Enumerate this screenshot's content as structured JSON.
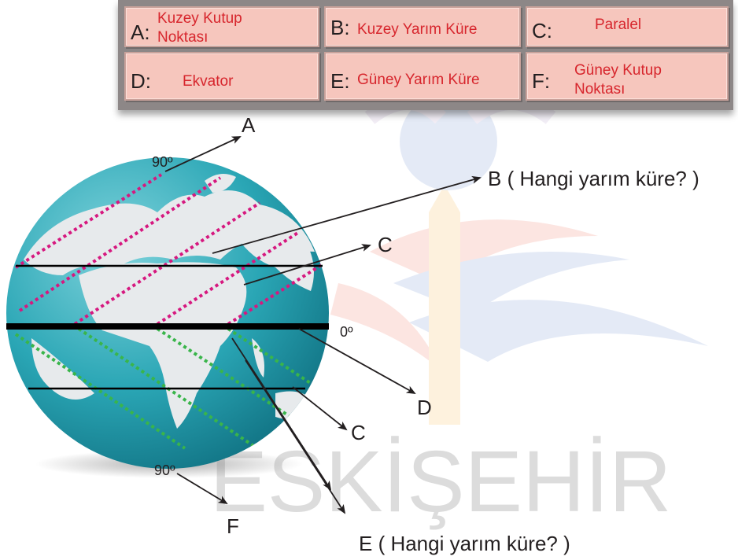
{
  "answer_table": {
    "cells": [
      {
        "letter": "A:",
        "answer": "Kuzey Kutup Noktası"
      },
      {
        "letter": "B:",
        "answer": "Kuzey Yarım Küre"
      },
      {
        "letter": "C:",
        "answer": "Paralel"
      },
      {
        "letter": "D:",
        "answer": "Ekvator"
      },
      {
        "letter": "E:",
        "answer": "Güney Yarım Küre"
      },
      {
        "letter": "F:",
        "answer": "Güney Kutup Noktası"
      }
    ],
    "cell_color": "#f6c6bd",
    "answer_color": "#d7262d"
  },
  "diagram": {
    "labels": {
      "a": "A",
      "b": "B ( Hangi yarım küre? )",
      "c_top": "C",
      "c_bottom": "C",
      "d": "D",
      "e": "E ( Hangi yarım küre? )",
      "f": "F",
      "deg_top": "90º",
      "deg_equator": "0º",
      "deg_bottom": "90º"
    },
    "watermark": "ESKİŞEHİR",
    "colors": {
      "ocean": "#2aa6b5",
      "land": "#e7eaec",
      "north_dotted": "#d6187f",
      "south_dotted": "#39b54a",
      "line": "#000000"
    }
  }
}
